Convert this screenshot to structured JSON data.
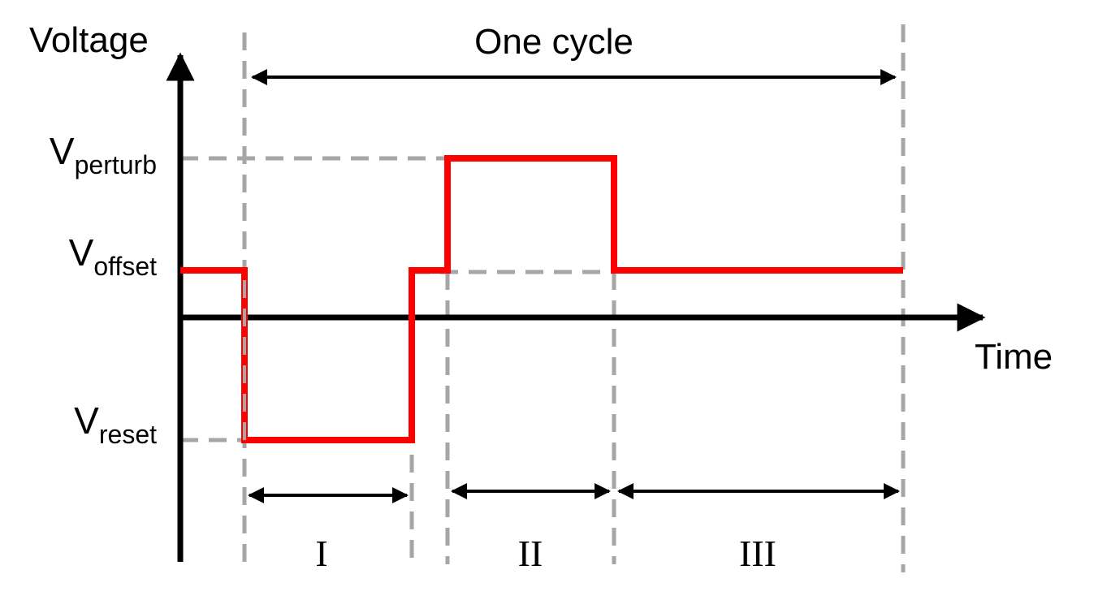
{
  "axes": {
    "y_label": "Voltage",
    "x_label": "Time"
  },
  "levels": {
    "perturb": {
      "main": "V",
      "sub": "perturb"
    },
    "offset": {
      "main": "V",
      "sub": "offset"
    },
    "reset": {
      "main": "V",
      "sub": "reset"
    }
  },
  "cycle": {
    "label": "One cycle"
  },
  "phases": [
    {
      "label": "I"
    },
    {
      "label": "II"
    },
    {
      "label": "III"
    }
  ],
  "colors": {
    "signal": "#ff0000",
    "axis": "#000000",
    "guide": "#a6a6a6"
  }
}
